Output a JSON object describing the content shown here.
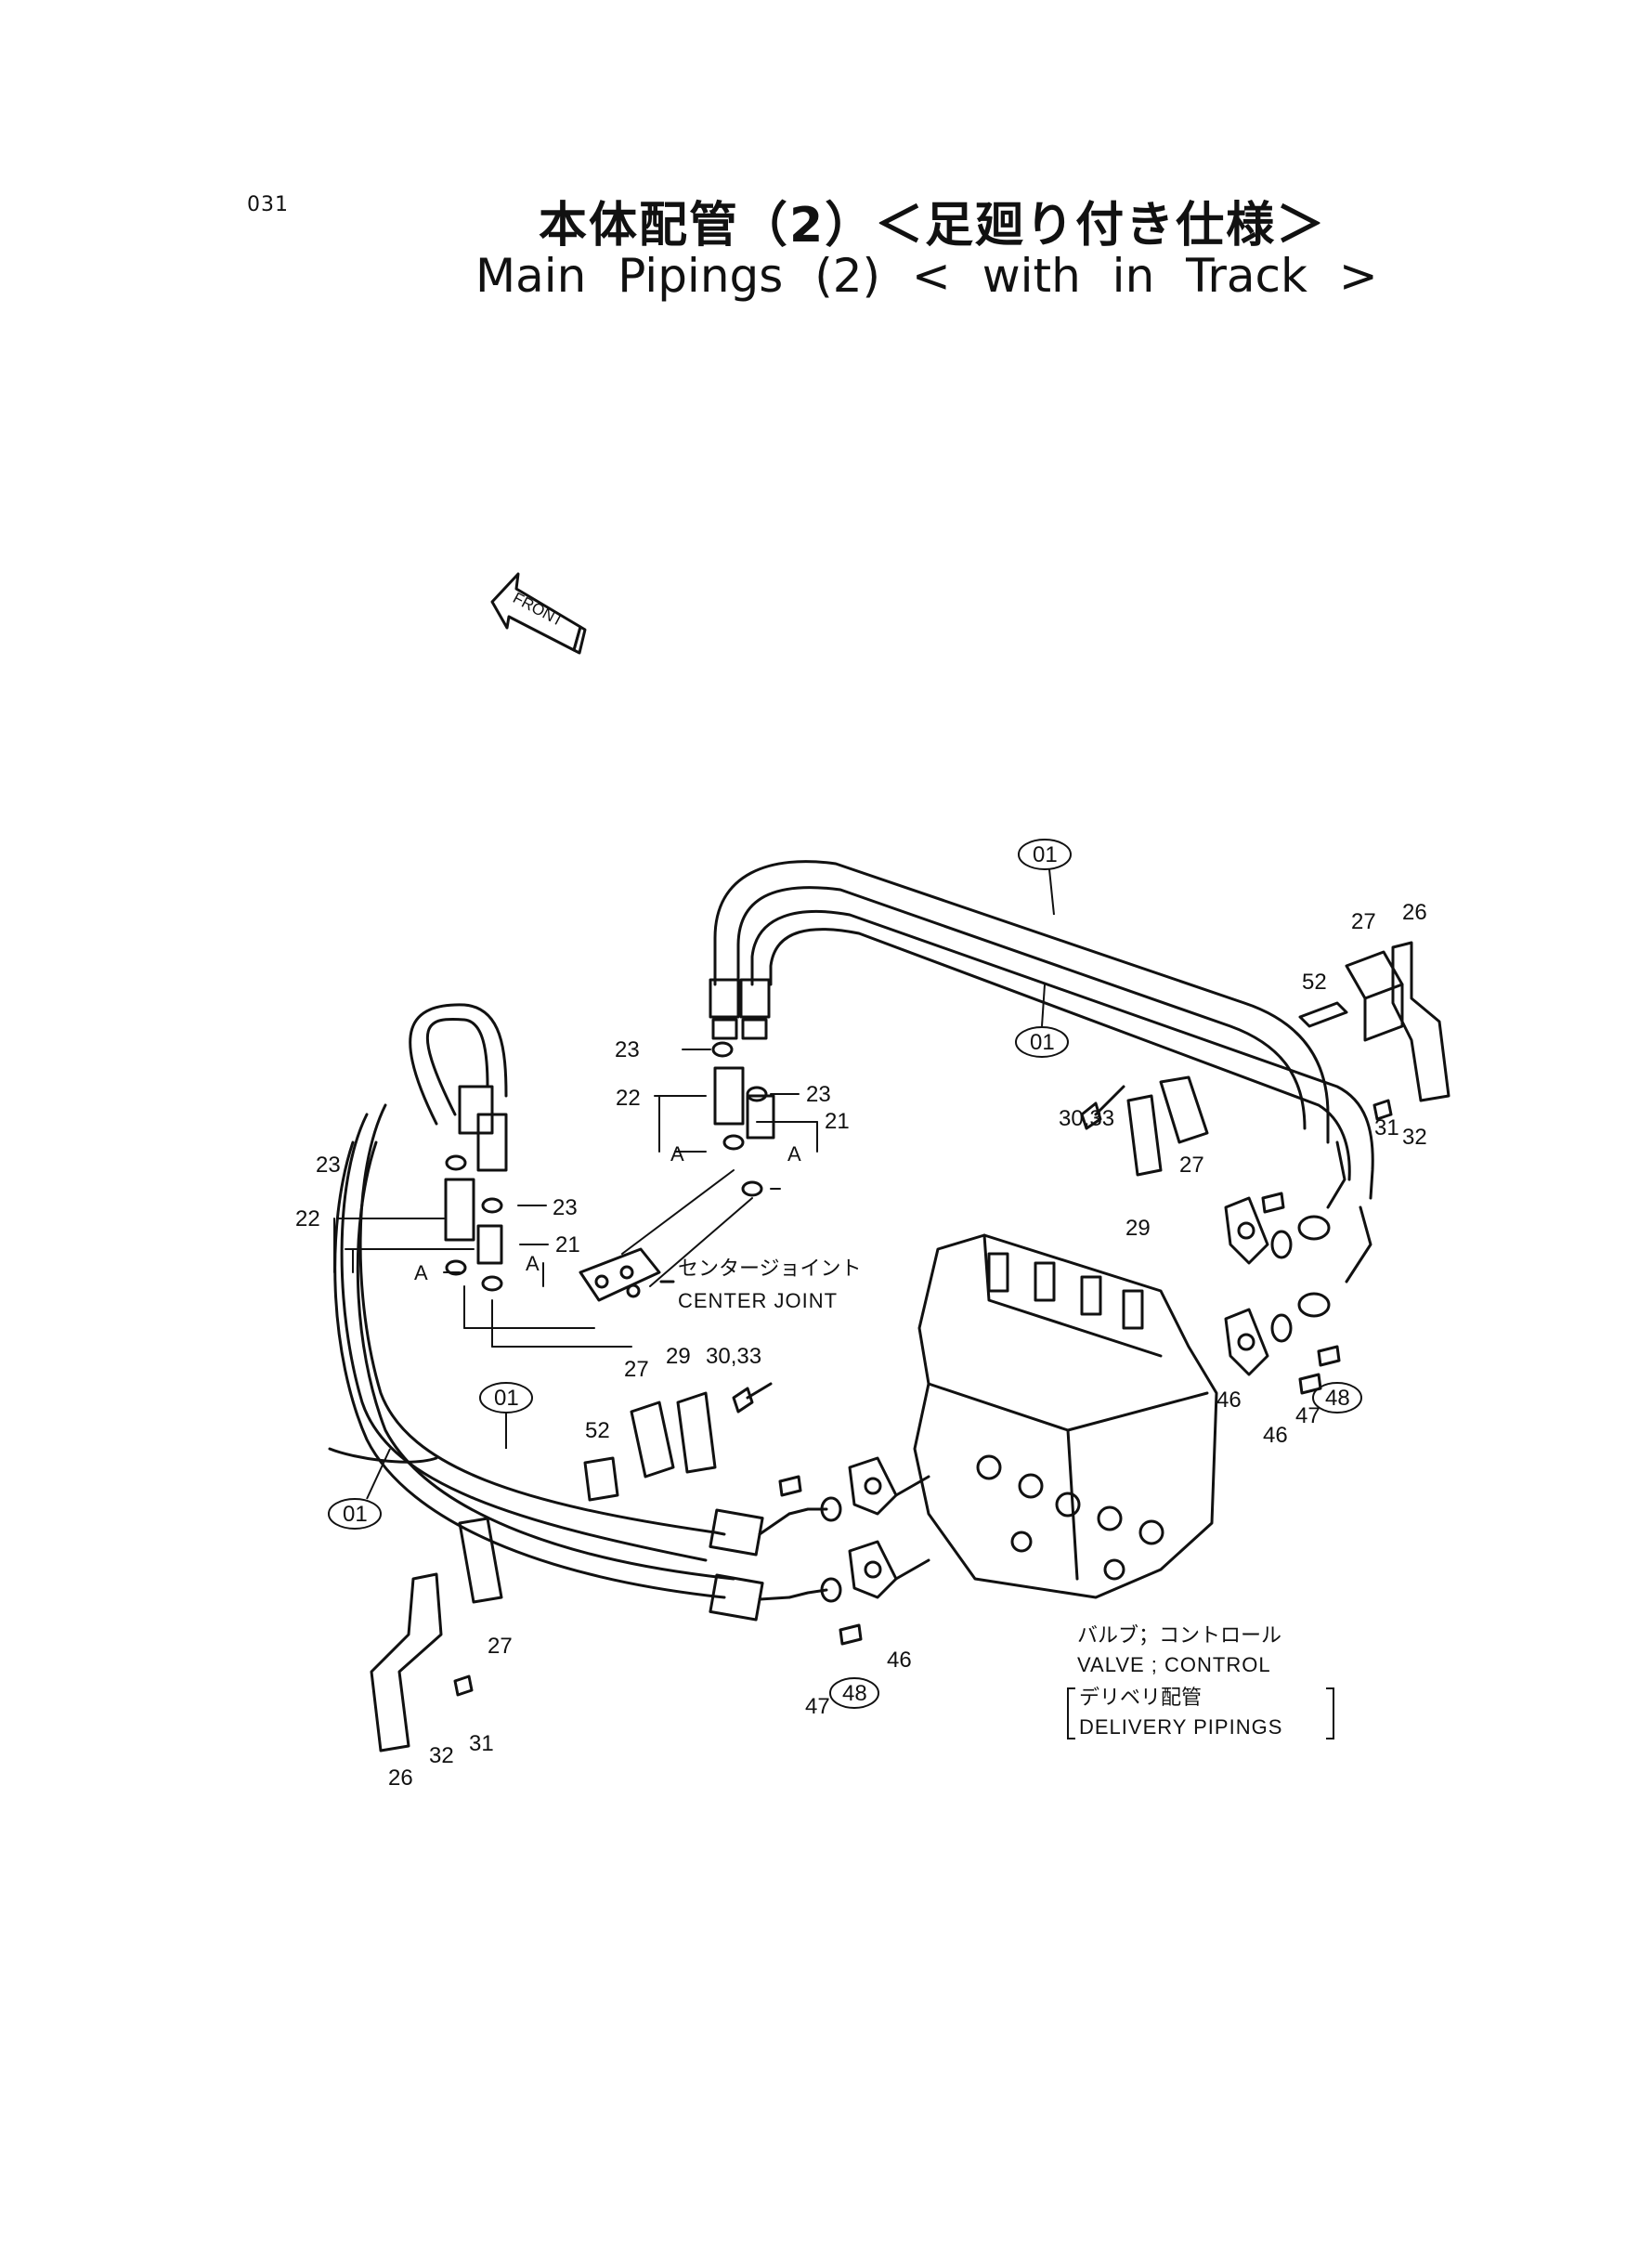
{
  "page_number": "031",
  "title_jp": "本体配管（2）＜足廻り付き仕様＞",
  "title_en": "Main Pipings (2) < with in Track >",
  "front_label": "FRONT",
  "center_joint": {
    "jp": "センタージョイント",
    "en": "CENTER JOINT"
  },
  "valve": {
    "line1": "バルブ；コントロール",
    "line2": "VALVE ; CONTROL",
    "line3": "デリベリ配管",
    "line4": "DELIVERY PIPINGS"
  },
  "section_label": "A",
  "part_numbers": {
    "p01": "01",
    "p21": "21",
    "p22": "22",
    "p23": "23",
    "p26": "26",
    "p27": "27",
    "p29": "29",
    "p3033": "30,33",
    "p31": "31",
    "p32": "32",
    "p46": "46",
    "p47": "47",
    "p48": "48",
    "p52": "52"
  }
}
